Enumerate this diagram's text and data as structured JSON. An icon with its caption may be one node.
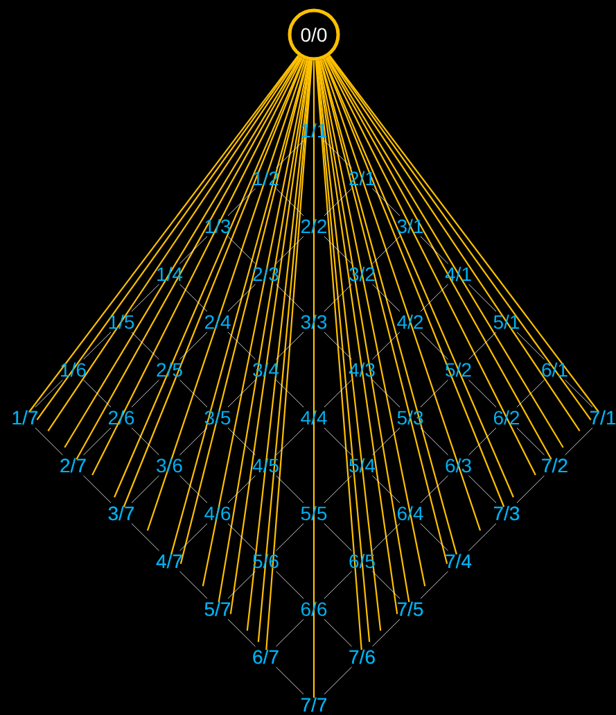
{
  "diagram": {
    "nodes": [
      {
        "text": [
          "0/0"
        ]
      },
      {
        "text": [
          "1/1"
        ]
      },
      {
        "text": [
          "1/2"
        ]
      },
      {
        "text": [
          "2/1"
        ]
      },
      {
        "text": [
          "1/3"
        ]
      },
      {
        "text": [
          "2/2"
        ]
      },
      {
        "text": [
          "3/1"
        ]
      },
      {
        "text": [
          "1/4"
        ]
      },
      {
        "text": [
          "2/3"
        ]
      },
      {
        "text": [
          "3/2"
        ]
      },
      {
        "text": [
          "4/1"
        ]
      },
      {
        "text": [
          "1/5"
        ]
      },
      {
        "text": [
          "2/4"
        ]
      },
      {
        "text": [
          "3/3"
        ]
      },
      {
        "text": [
          "4/2"
        ]
      },
      {
        "text": [
          "5/1"
        ]
      },
      {
        "text": [
          "1/6"
        ]
      },
      {
        "text": [
          "2/5"
        ]
      },
      {
        "text": [
          "3/4"
        ]
      },
      {
        "text": [
          "4/3"
        ]
      },
      {
        "text": [
          "5/2"
        ]
      },
      {
        "text": [
          "6/1"
        ]
      },
      {
        "text": [
          "1/7"
        ]
      },
      {
        "text": [
          "2/6"
        ]
      },
      {
        "text": [
          "3/5"
        ]
      },
      {
        "text": [
          "4/4"
        ]
      },
      {
        "text": [
          "5/3"
        ]
      },
      {
        "text": [
          "6/2"
        ]
      },
      {
        "text": [
          "7/1"
        ]
      },
      {
        "text": [
          "2/7"
        ]
      },
      {
        "text": [
          "3/6"
        ]
      },
      {
        "text": [
          "4/5"
        ]
      },
      {
        "text": [
          "5/4"
        ]
      },
      {
        "text": [
          "6/3"
        ]
      },
      {
        "text": [
          "7/2"
        ]
      },
      {
        "text": [
          "3/7"
        ]
      },
      {
        "text": [
          "4/6"
        ]
      },
      {
        "text": [
          "5/5"
        ]
      },
      {
        "text": [
          "6/4"
        ]
      },
      {
        "text": [
          "7/3"
        ]
      },
      {
        "text": [
          "4/7"
        ]
      },
      {
        "text": [
          "5/6"
        ]
      },
      {
        "text": [
          "6/5"
        ]
      },
      {
        "text": [
          "7/4"
        ]
      },
      {
        "text": [
          "5/7"
        ]
      },
      {
        "text": [
          "6/6"
        ]
      },
      {
        "text": [
          "7/5"
        ]
      },
      {
        "text": [
          "6/7"
        ]
      },
      {
        "text": [
          "7/6"
        ]
      },
      {
        "text": [
          "7/7"
        ]
      }
    ],
    "edges": [
      {
        "from": 0,
        "to": 49,
        "arrow": "none",
        "color": "#ffc000"
      },
      {
        "from": 0,
        "to": null,
        "arrow": "none",
        "color": "#ffc000"
      },
      {
        "from": 0,
        "to": null,
        "arrow": "none",
        "color": "#ffc000"
      },
      {
        "from": 0,
        "to": 29,
        "arrow": "none",
        "color": "#ffc000"
      },
      {
        "from": 0,
        "to": 34,
        "arrow": "none",
        "color": "#ffc000"
      },
      {
        "from": 0,
        "to": 29,
        "arrow": "none",
        "color": "#ffc000"
      },
      {
        "from": 0,
        "to": 44,
        "arrow": "none",
        "color": "#ffc000"
      },
      {
        "from": 0,
        "to": 46,
        "arrow": "none",
        "color": "#ffc000"
      },
      {
        "from": 0,
        "to": 34,
        "arrow": "none",
        "color": "#ffc000"
      },
      {
        "from": 0,
        "to": 22,
        "arrow": "none",
        "color": "#ffc000"
      },
      {
        "from": 0,
        "to": 28,
        "arrow": "none",
        "color": "#ffc000"
      },
      {
        "from": 0,
        "to": 22,
        "arrow": "none",
        "color": "#ffc000"
      },
      {
        "from": 0,
        "to": 35,
        "arrow": "none",
        "color": "#ffc000"
      },
      {
        "from": 0,
        "to": 44,
        "arrow": "none",
        "color": "#ffc000"
      },
      {
        "from": 0,
        "to": 46,
        "arrow": "none",
        "color": "#ffc000"
      },
      {
        "from": 0,
        "to": 39,
        "arrow": "none",
        "color": "#ffc000"
      },
      {
        "from": 0,
        "to": 28,
        "arrow": "none",
        "color": "#ffc000"
      },
      {
        "from": 0,
        "to": 22,
        "arrow": "none",
        "color": "#ffc000"
      },
      {
        "from": 0,
        "to": 40,
        "arrow": "none",
        "color": "#ffc000"
      },
      {
        "from": 0,
        "to": 43,
        "arrow": "none",
        "color": "#ffc000"
      },
      {
        "from": 0,
        "to": 28,
        "arrow": "none",
        "color": "#ffc000"
      },
      {
        "from": 0,
        "to": 29,
        "arrow": "none",
        "color": "#ffc000"
      },
      {
        "from": 0,
        "to": null,
        "arrow": "none",
        "color": "#ffc000"
      },
      {
        "from": 0,
        "to": null,
        "arrow": "none",
        "color": "#ffc000"
      },
      {
        "from": 0,
        "to": 34,
        "arrow": "none",
        "color": "#ffc000"
      },
      {
        "from": 0,
        "to": 35,
        "arrow": "none",
        "color": "#ffc000"
      },
      {
        "from": 0,
        "to": 39,
        "arrow": "none",
        "color": "#ffc000"
      },
      {
        "from": 0,
        "to": 40,
        "arrow": "none",
        "color": "#ffc000"
      },
      {
        "from": 0,
        "to": 47,
        "arrow": "none",
        "color": "#ffc000"
      },
      {
        "from": 0,
        "to": 48,
        "arrow": "none",
        "color": "#ffc000"
      },
      {
        "from": 0,
        "to": 43,
        "arrow": "none",
        "color": "#ffc000"
      },
      {
        "from": 0,
        "to": 44,
        "arrow": "none",
        "color": "#ffc000"
      },
      {
        "from": 0,
        "to": 46,
        "arrow": "none",
        "color": "#ffc000"
      },
      {
        "from": 0,
        "to": 47,
        "arrow": "none",
        "color": "#ffc000"
      },
      {
        "from": 0,
        "to": 48,
        "arrow": "none",
        "color": "#ffc000"
      },
      {
        "from": 1,
        "to": 2,
        "arrow": "none"
      },
      {
        "from": 1,
        "to": 3,
        "arrow": "none"
      },
      {
        "from": 2,
        "to": 4,
        "arrow": "none"
      },
      {
        "from": 2,
        "to": 5,
        "arrow": "none"
      },
      {
        "from": 3,
        "to": 5,
        "arrow": "none"
      },
      {
        "from": 3,
        "to": 6,
        "arrow": "none"
      },
      {
        "from": 4,
        "to": 7,
        "arrow": "none"
      },
      {
        "from": 4,
        "to": 8,
        "arrow": "none"
      },
      {
        "from": 5,
        "to": 8,
        "arrow": "none"
      },
      {
        "from": 5,
        "to": 9,
        "arrow": "none"
      },
      {
        "from": 6,
        "to": 9,
        "arrow": "none"
      },
      {
        "from": 6,
        "to": 10,
        "arrow": "none"
      },
      {
        "from": 7,
        "to": 11,
        "arrow": "none"
      },
      {
        "from": 7,
        "to": 12,
        "arrow": "none"
      },
      {
        "from": 8,
        "to": 12,
        "arrow": "none"
      },
      {
        "from": 8,
        "to": 13,
        "arrow": "none"
      },
      {
        "from": 9,
        "to": 13,
        "arrow": "none"
      },
      {
        "from": 9,
        "to": 14,
        "arrow": "none"
      },
      {
        "from": 10,
        "to": 14,
        "arrow": "none"
      },
      {
        "from": 10,
        "to": 15,
        "arrow": "none"
      },
      {
        "from": 11,
        "to": 16,
        "arrow": "none"
      },
      {
        "from": 11,
        "to": 17,
        "arrow": "none"
      },
      {
        "from": 12,
        "to": 17,
        "arrow": "none"
      },
      {
        "from": 12,
        "to": 18,
        "arrow": "none"
      },
      {
        "from": 13,
        "to": 18,
        "arrow": "none"
      },
      {
        "from": 13,
        "to": 19,
        "arrow": "none"
      },
      {
        "from": 14,
        "to": 19,
        "arrow": "none"
      },
      {
        "from": 14,
        "to": 20,
        "arrow": "none"
      },
      {
        "from": 15,
        "to": 20,
        "arrow": "none"
      },
      {
        "from": 15,
        "to": 21,
        "arrow": "none"
      },
      {
        "from": 16,
        "to": 22,
        "arrow": "none"
      },
      {
        "from": 16,
        "to": 23,
        "arrow": "none"
      },
      {
        "from": 17,
        "to": 23,
        "arrow": "none"
      },
      {
        "from": 17,
        "to": 24,
        "arrow": "none"
      },
      {
        "from": 18,
        "to": 24,
        "arrow": "none"
      },
      {
        "from": 18,
        "to": 25,
        "arrow": "none"
      },
      {
        "from": 19,
        "to": 25,
        "arrow": "none"
      },
      {
        "from": 19,
        "to": 26,
        "arrow": "none"
      },
      {
        "from": 20,
        "to": 26,
        "arrow": "none"
      },
      {
        "from": 20,
        "to": 27,
        "arrow": "none"
      },
      {
        "from": 21,
        "to": 27,
        "arrow": "none"
      },
      {
        "from": 21,
        "to": 28,
        "arrow": "none"
      },
      {
        "from": 22,
        "to": 29,
        "arrow": "none"
      },
      {
        "from": 23,
        "to": 29,
        "arrow": "none"
      },
      {
        "from": 23,
        "to": 30,
        "arrow": "none"
      },
      {
        "from": 24,
        "to": 30,
        "arrow": "none"
      },
      {
        "from": 24,
        "to": 31,
        "arrow": "none"
      },
      {
        "from": 25,
        "to": 31,
        "arrow": "none"
      },
      {
        "from": 25,
        "to": 32,
        "arrow": "none"
      },
      {
        "from": 26,
        "to": 32,
        "arrow": "none"
      },
      {
        "from": 26,
        "to": 33,
        "arrow": "none"
      },
      {
        "from": 27,
        "to": 33,
        "arrow": "none"
      },
      {
        "from": 27,
        "to": 34,
        "arrow": "none"
      },
      {
        "from": 28,
        "to": 34,
        "arrow": "none"
      },
      {
        "from": 29,
        "to": 35,
        "arrow": "none"
      },
      {
        "from": 30,
        "to": 35,
        "arrow": "none"
      },
      {
        "from": 30,
        "to": 36,
        "arrow": "none"
      },
      {
        "from": 31,
        "to": 36,
        "arrow": "none"
      },
      {
        "from": 31,
        "to": 37,
        "arrow": "none"
      },
      {
        "from": 32,
        "to": 37,
        "arrow": "none"
      },
      {
        "from": 32,
        "to": 38,
        "arrow": "none"
      },
      {
        "from": 33,
        "to": 38,
        "arrow": "none"
      },
      {
        "from": 33,
        "to": 39,
        "arrow": "none"
      },
      {
        "from": 34,
        "to": 39,
        "arrow": "none"
      },
      {
        "from": 35,
        "to": 40,
        "arrow": "none"
      },
      {
        "from": 36,
        "to": 40,
        "arrow": "none"
      },
      {
        "from": 36,
        "to": 41,
        "arrow": "none"
      },
      {
        "from": 37,
        "to": 41,
        "arrow": "none"
      },
      {
        "from": 37,
        "to": 42,
        "arrow": "none"
      },
      {
        "from": 38,
        "to": 42,
        "arrow": "none"
      },
      {
        "from": 38,
        "to": 43,
        "arrow": "none"
      },
      {
        "from": 39,
        "to": 43,
        "arrow": "none"
      },
      {
        "from": 40,
        "to": 44,
        "arrow": "none"
      },
      {
        "from": 41,
        "to": 44,
        "arrow": "none"
      },
      {
        "from": 41,
        "to": 45,
        "arrow": "none"
      },
      {
        "from": 42,
        "to": 45,
        "arrow": "none"
      },
      {
        "from": 42,
        "to": 46,
        "arrow": "none"
      },
      {
        "from": 43,
        "to": 46,
        "arrow": "none"
      },
      {
        "from": 44,
        "to": 47,
        "arrow": "none"
      },
      {
        "from": 45,
        "to": 47,
        "arrow": "none"
      },
      {
        "from": 45,
        "to": 48,
        "arrow": "none"
      },
      {
        "from": 46,
        "to": 48,
        "arrow": "none"
      },
      {
        "from": 47,
        "to": 49,
        "arrow": "none"
      },
      {
        "from": 48,
        "to": 49,
        "arrow": "none"
      }
    ]
  }
}
